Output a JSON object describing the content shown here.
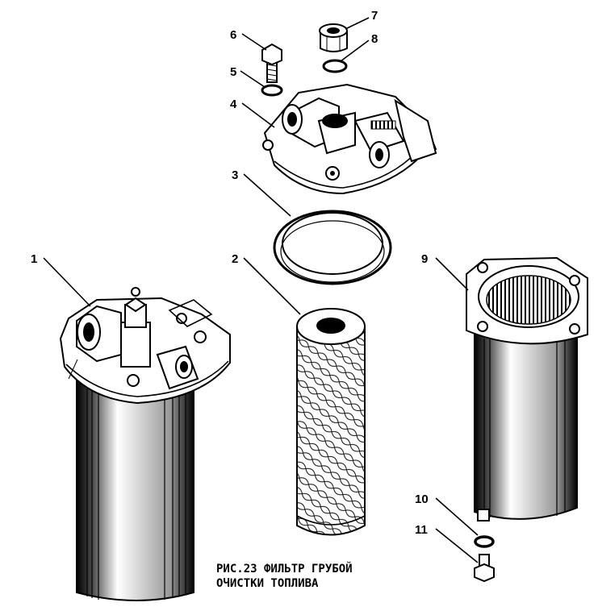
{
  "caption": {
    "line1": "РИС.23 ФИЛЬТР ГРУБОЙ",
    "line2": "ОЧИСТКИ ТОПЛИВА"
  },
  "callouts": [
    "1",
    "2",
    "3",
    "4",
    "5",
    "6",
    "7",
    "8",
    "9",
    "10",
    "11"
  ]
}
